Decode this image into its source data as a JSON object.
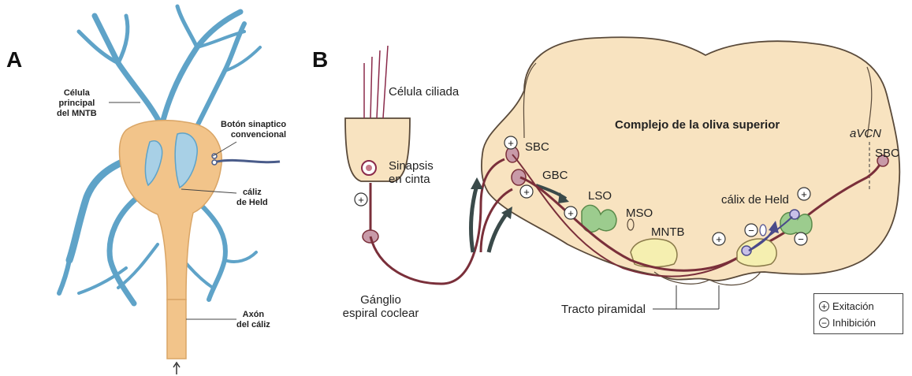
{
  "panels": {
    "a": "A",
    "b": "B"
  },
  "panel_a": {
    "label_principal": "Célula\nprincipal\ndel MNTB",
    "label_boton": "Botón sinaptico\nconvencional",
    "label_caliz": "cáliz\nde Held",
    "label_axon": "Axón\ndel cáliz"
  },
  "panel_b": {
    "title": "Complejo de la oliva superior",
    "celula_ciliada": "Célula ciliada",
    "sinapsis": "Sinapsis\nen cinta",
    "ganglio": "Gánglio\nespiral coclear",
    "sbc_left": "SBC",
    "gbc": "GBC",
    "lso": "LSO",
    "mso": "MSO",
    "mntb": "MNTB",
    "calix": "cálix de Held",
    "avcn": "aVCN",
    "sbc_right": "SBC",
    "tracto": "Tracto piramidal",
    "plus": "+",
    "minus": "−"
  },
  "legend": {
    "plus_symbol": "+",
    "excitation": "Exitación",
    "minus_symbol": "−",
    "inhibition": "Inhibición"
  },
  "colors": {
    "dendrite_blue": "#5fa3c8",
    "calyx_orange": "#f2c48a",
    "brainstem_fill": "#f8e3c0",
    "nucleus_green": "#9ccc8e",
    "mntb_yellow": "#f5efb0",
    "fiber": "#7a2f3a"
  }
}
